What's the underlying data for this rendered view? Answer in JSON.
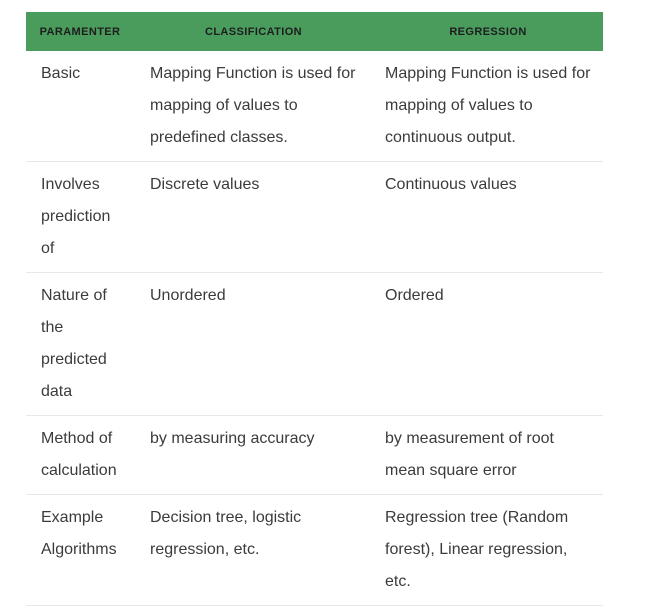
{
  "theme": {
    "header_background": "#4a9c5d",
    "header_text_color": "#1d1d1d",
    "body_text_color": "#3b3b3b",
    "row_divider_color": "#e8e8e8",
    "page_background": "#ffffff"
  },
  "table": {
    "columns": [
      {
        "label": "PARAMENTER"
      },
      {
        "label": "CLASSIFICATION"
      },
      {
        "label": "REGRESSION"
      }
    ],
    "rows": [
      {
        "parameter": "Basic",
        "classification": "Mapping Function is used for mapping of values to predefined classes.",
        "regression": "Mapping Function is used for mapping of values to continuous output."
      },
      {
        "parameter": "Involves prediction of",
        "classification": "Discrete values",
        "regression": "Continuous values"
      },
      {
        "parameter": "Nature of the predicted data",
        "classification": "Unordered",
        "regression": "Ordered"
      },
      {
        "parameter": "Method of calculation",
        "classification": "by measuring accuracy",
        "regression": "by measurement of root mean square error"
      },
      {
        "parameter": "Example Algorithms",
        "classification": "Decision tree, logistic regression, etc.",
        "regression": "Regression tree (Random forest), Linear regression, etc."
      }
    ]
  }
}
